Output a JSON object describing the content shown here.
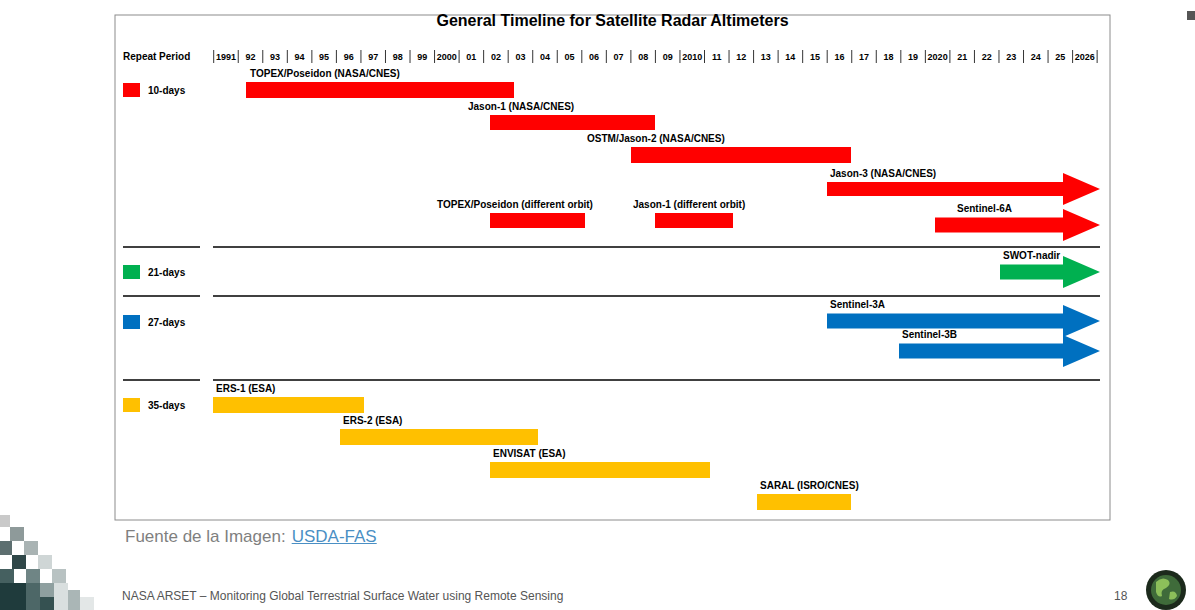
{
  "diagram": {
    "title": "General Timeline for Satellite Radar Altimeters",
    "nodes": [
      {
        "text": [
          "TOPEX/Poseidon (NASA/CNES)"
        ]
      },
      {
        "text": [
          "Jason-1 (NASA/CNES)"
        ]
      },
      {
        "text": [
          "OSTM/Jason-2 (NASA/CNES)"
        ]
      },
      {
        "text": [
          "Jason-3 (NASA/CNES)"
        ]
      },
      {
        "text": [
          "TOPEX/Poseidon (different orbit)"
        ]
      },
      {
        "text": [
          "Jason-1 (different orbit)"
        ]
      },
      {
        "text": [
          "Sentinel-6A"
        ]
      },
      {
        "text": [
          "SWOT-nadir"
        ]
      },
      {
        "text": [
          "Sentinel-3A"
        ]
      },
      {
        "text": [
          "Sentinel-3B"
        ]
      },
      {
        "text": [
          "ERS-1 (ESA)"
        ]
      },
      {
        "text": [
          "ERS-2 (ESA)"
        ]
      },
      {
        "text": [
          "ENVISAT (ESA)"
        ]
      },
      {
        "text": [
          "SARAL (ISRO/CNES)"
        ]
      }
    ],
    "labels": [
      "Repeat Period",
      "1991",
      "92",
      "93",
      "94",
      "95",
      "96",
      "97",
      "98",
      "99",
      "2000",
      "01",
      "02",
      "03",
      "04",
      "05",
      "06",
      "07",
      "08",
      "09",
      "2010",
      "11",
      "12",
      "13",
      "14",
      "15",
      "16",
      "17",
      "18",
      "19",
      "2020",
      "21",
      "22",
      "23",
      "24",
      "25",
      "2026",
      "Fuente de la Imagen:",
      "USDA-FAS",
      "NASA ARSET – Monitoring Global Terrestrial Surface Water using Remote Sensing",
      "18"
    ],
    "legend": [
      {
        "text": "10-days",
        "color": "#ff0000"
      },
      {
        "text": "21-days",
        "color": "#00b050"
      },
      {
        "text": "27-days",
        "color": "#0070c0"
      },
      {
        "text": "35-days",
        "color": "#ffc000"
      }
    ]
  }
}
